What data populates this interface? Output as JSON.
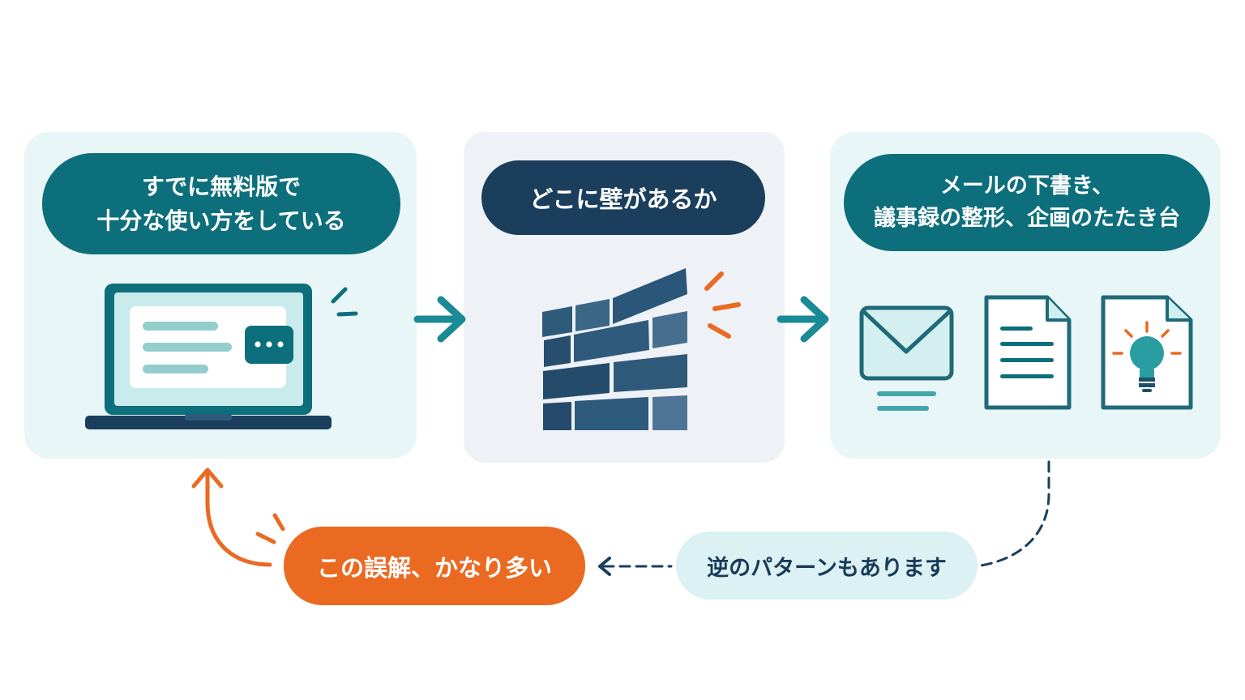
{
  "step1": {
    "lines": [
      "すでに無料版で",
      "十分な使い方をしている"
    ],
    "icon": "laptop-chat-icon"
  },
  "step2": {
    "label": "どこに壁があるか",
    "icon": "brick-wall-icon"
  },
  "step3": {
    "lines": [
      "メールの下書き、",
      "議事録の整形、企画のたたき台"
    ],
    "icons": [
      "envelope-icon",
      "document-icon",
      "lightbulb-document-icon"
    ]
  },
  "misconception": {
    "label": "この誤解、かなり多い"
  },
  "reverse": {
    "label": "逆のパターンもあります"
  },
  "colors": {
    "teal": "#0d6f7b",
    "navy": "#1b3e5c",
    "orange": "#ea6a22",
    "panel_bg": "#e9f6f7",
    "light_teal": "#93cdcc"
  }
}
